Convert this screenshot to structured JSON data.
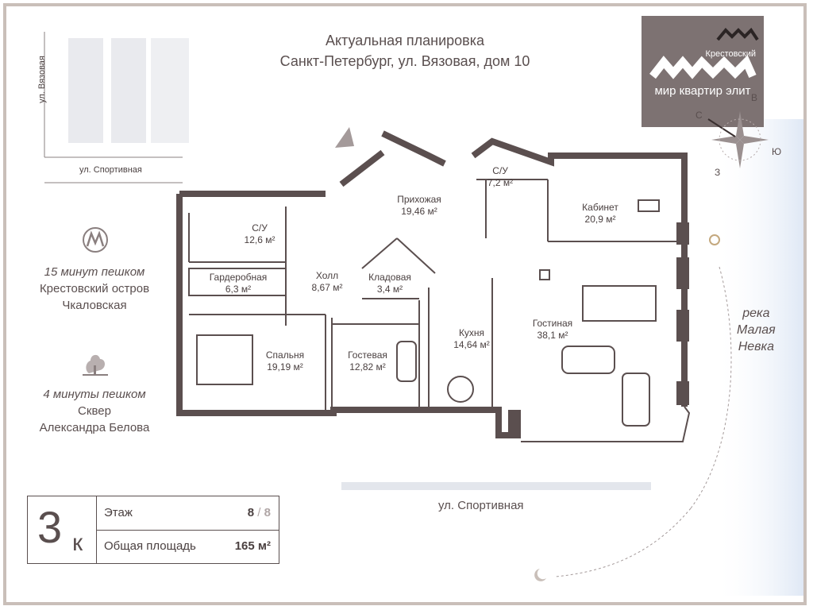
{
  "header": {
    "line1": "Актуальная планировка",
    "line2": "Санкт-Петербург, ул. Вязовая, дом 10"
  },
  "logo": {
    "script": "Крестовский",
    "name": "мир квартир элит"
  },
  "map": {
    "street_vertical": "ул. Вязовая",
    "street_horizontal": "ул. Спортивная"
  },
  "metro": {
    "icon": "metro-icon",
    "walk": "15 минут пешком",
    "place1": "Крестовский остров",
    "place2": "Чкаловская"
  },
  "park": {
    "icon": "tree-icon",
    "walk": "4 минуты пешком",
    "place1": "Сквер",
    "place2": "Александра Белова"
  },
  "info": {
    "rooms": "3",
    "rooms_suffix": "к",
    "floor_label": "Этаж",
    "floor_value": "8",
    "floor_sep": " / ",
    "floor_total": "8",
    "area_label": "Общая площадь",
    "area_value": "165 м²"
  },
  "compass": {
    "n": "С",
    "e": "В",
    "s": "Ю",
    "w": "З"
  },
  "river": {
    "line1": "река",
    "line2": "Малая",
    "line3": "Невка"
  },
  "bottom_street": "ул. Спортивная",
  "rooms": [
    {
      "name": "С/У",
      "area": "12,6 м²"
    },
    {
      "name": "Гардеробная",
      "area": "6,3 м²"
    },
    {
      "name": "Холл",
      "area": "8,67 м²"
    },
    {
      "name": "Кладовая",
      "area": "3,4 м²"
    },
    {
      "name": "Прихожая",
      "area": "19,46 м²"
    },
    {
      "name": "С/У",
      "area": "7,2 м²"
    },
    {
      "name": "Кабинет",
      "area": "20,9 м²"
    },
    {
      "name": "Спальня",
      "area": "19,19 м²"
    },
    {
      "name": "Гостевая",
      "area": "12,82 м²"
    },
    {
      "name": "Кухня",
      "area": "14,64 м²"
    },
    {
      "name": "Гостиная",
      "area": "38,1 м²"
    }
  ],
  "colors": {
    "wall": "#5b4f4f",
    "accent": "#7d7272",
    "river": "#dfe8f5"
  }
}
